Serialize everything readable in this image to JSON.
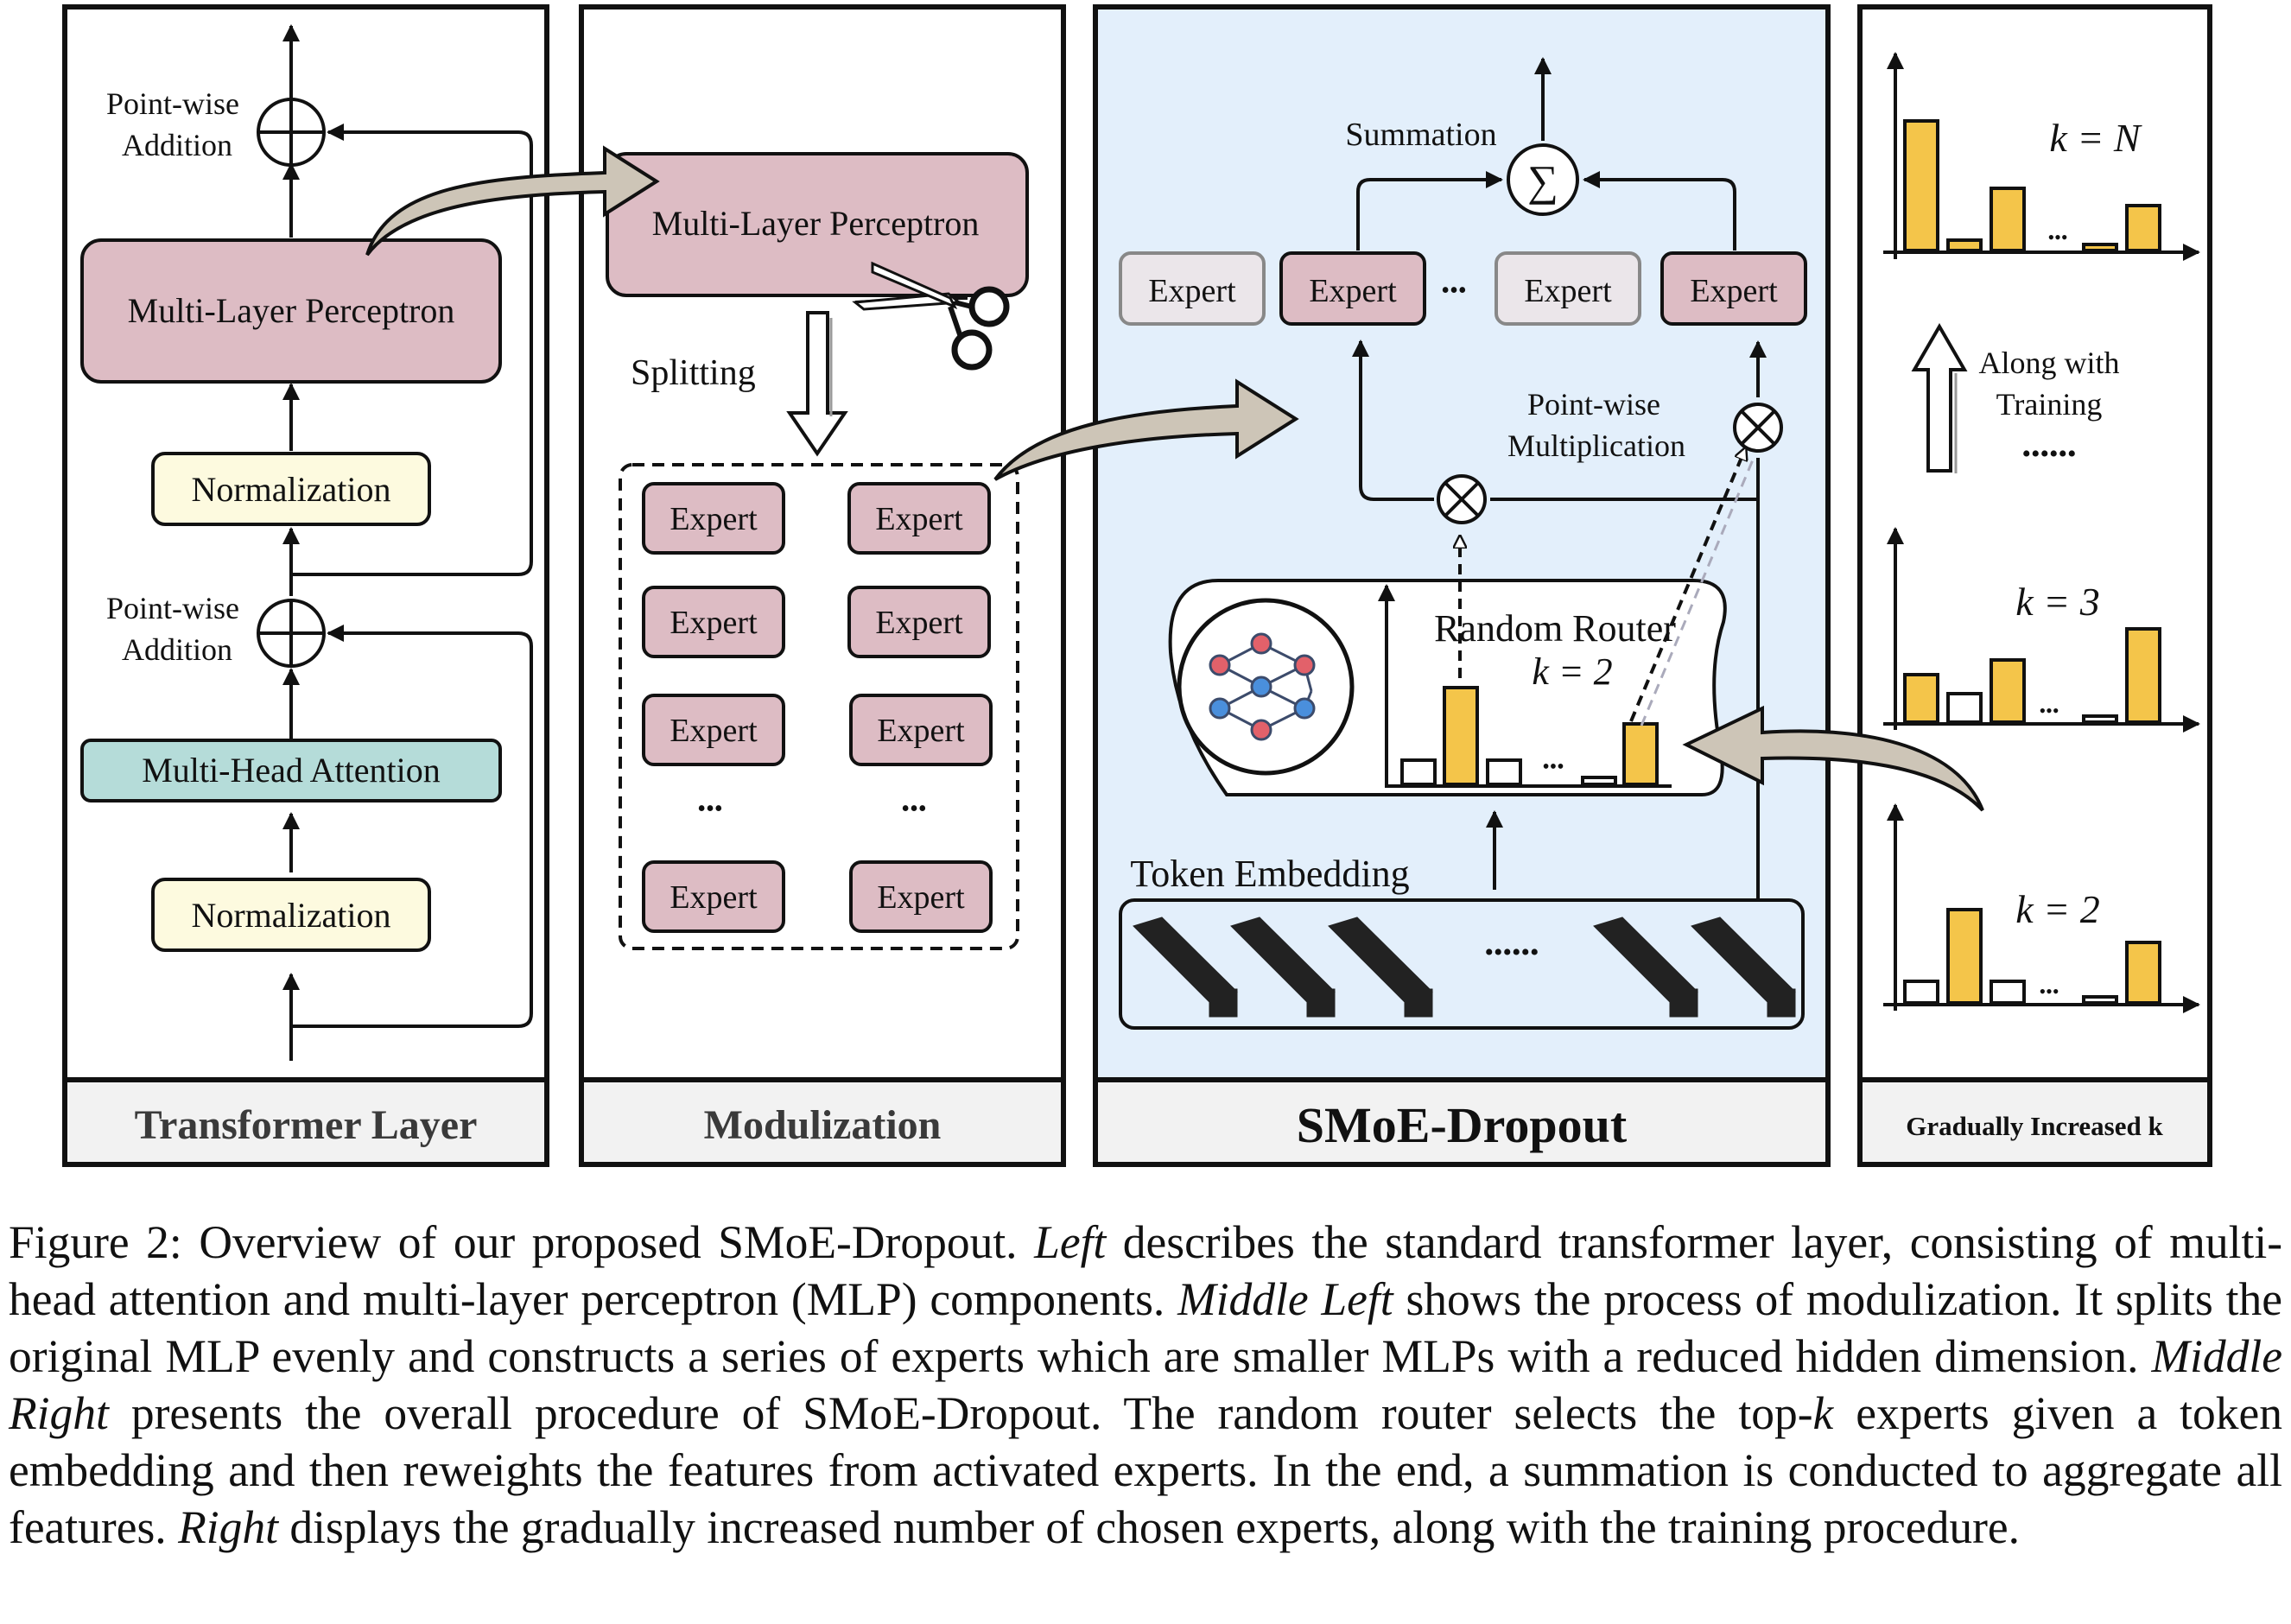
{
  "panels": {
    "transformer": {
      "title": "Transformer Layer",
      "addition_top": [
        "Point-wise",
        "Addition"
      ],
      "mlp": "Multi-Layer Perceptron",
      "norm_top": "Normalization",
      "addition_bottom": [
        "Point-wise",
        "Addition"
      ],
      "attention": "Multi-Head Attention",
      "norm_bottom": "Normalization"
    },
    "modulization": {
      "title": "Modulization",
      "mlp": "Multi-Layer Perceptron",
      "splitting": "Splitting",
      "expert": "Expert",
      "ellipsis": "•••"
    },
    "smoe": {
      "title": "SMoE-Dropout",
      "summation": "Summation",
      "sigma": "∑",
      "expert": "Expert",
      "ellipsis": "•••",
      "multiplication": [
        "Point-wise",
        "Multiplication"
      ],
      "router": "Random Router",
      "router_k": "k = 2",
      "token_embedding": "Token Embedding",
      "token_ellipsis": "••••••"
    },
    "gradual": {
      "title": "Gradually Increased k",
      "k_top": "k = N",
      "along": [
        "Along with",
        "Training"
      ],
      "dots": "••••••",
      "k_mid": "k = 3",
      "k_bottom": "k = 2"
    }
  },
  "caption": {
    "label": "Figure 2:",
    "s1": " Overview of our proposed SMoE-Dropout. ",
    "left": "Left",
    "s2": " describes the standard transformer layer, consisting of multi-head attention and multi-layer perceptron (MLP) components. ",
    "middle_left": "Middle Left",
    "s3": " shows the process of modulization. It splits the original MLP evenly and constructs a series of experts which are smaller MLPs with a reduced hidden dimension. ",
    "middle_right": "Middle Right",
    "s4": " presents the overall procedure of SMoE-Dropout. The random router selects the top-",
    "k": "k",
    "s5": " experts given a token embedding and then reweights the features from activated experts. In the end, a summation is conducted to aggregate all features. ",
    "right": "Right",
    "s6": " displays the gradually increased number of chosen experts, along with the training procedure."
  },
  "colors": {
    "mlp_fill": "#ddbcc4",
    "norm_fill": "#fdfadf",
    "attention_fill": "#b5dcd9",
    "smoe_bg": "#e3effb",
    "bar_yellow": "#f4c54a",
    "expert_grey": "#ebe6ea",
    "curved_arrow": "#cdc5b7"
  }
}
